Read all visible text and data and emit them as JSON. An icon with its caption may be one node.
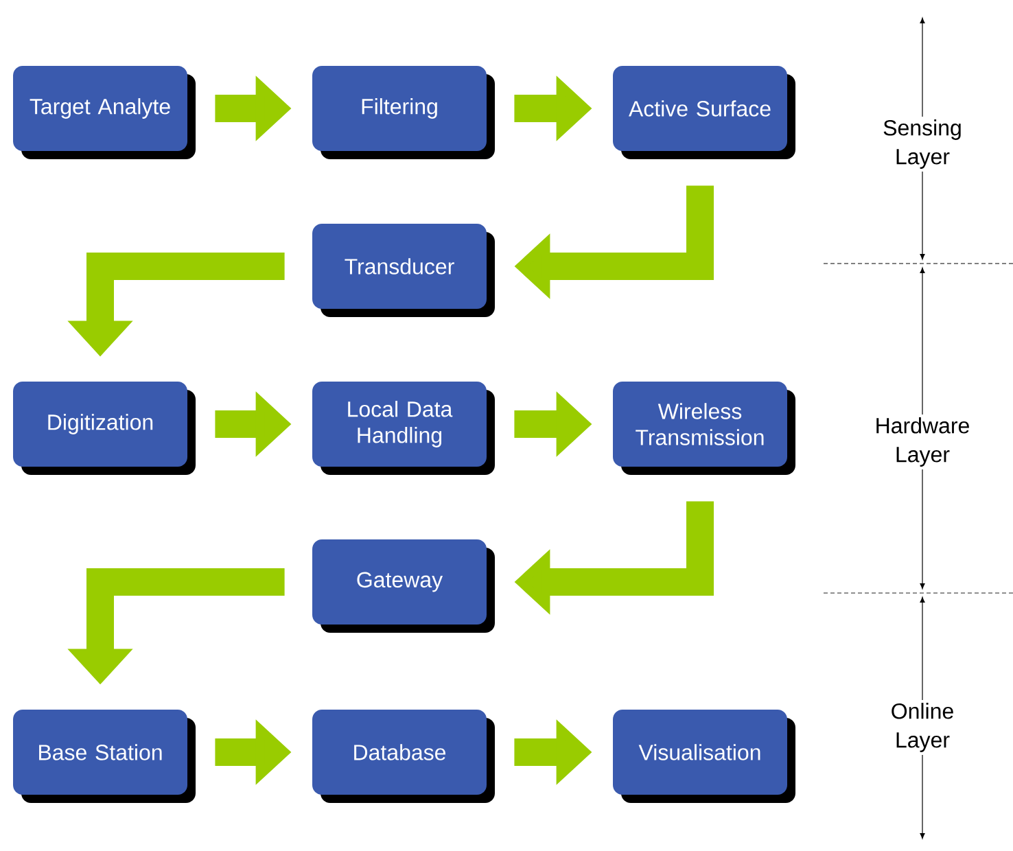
{
  "diagram": {
    "nodes": [
      {
        "text": [
          "Target Analyte"
        ]
      },
      {
        "text": [
          "Filtering"
        ]
      },
      {
        "text": [
          "Active Surface"
        ]
      },
      {
        "text": [
          "Transducer"
        ]
      },
      {
        "text": [
          "Digitization"
        ]
      },
      {
        "text": [
          "Local Data Handling"
        ]
      },
      {
        "text": [
          "Wireless Transmission"
        ]
      },
      {
        "text": [
          "Gateway"
        ]
      },
      {
        "text": [
          "Base Station"
        ]
      },
      {
        "text": [
          "Database"
        ]
      },
      {
        "text": [
          "Visualisation"
        ]
      }
    ],
    "edges": [
      {
        "from": 0,
        "to": 1,
        "arrow": "to"
      },
      {
        "from": 1,
        "to": 2,
        "arrow": "to"
      },
      {
        "from": 2,
        "to": 3,
        "arrow": "to"
      },
      {
        "from": 3,
        "to": 4,
        "arrow": "to"
      },
      {
        "from": 4,
        "to": 5,
        "arrow": "to"
      },
      {
        "from": 5,
        "to": 6,
        "arrow": "to"
      },
      {
        "from": 6,
        "to": 7,
        "arrow": "to"
      },
      {
        "from": 7,
        "to": 8,
        "arrow": "to"
      },
      {
        "from": 8,
        "to": 9,
        "arrow": "to"
      },
      {
        "from": 9,
        "to": 10,
        "arrow": "to"
      }
    ],
    "labels": [
      "Sensing Layer",
      "Hardware Layer",
      "Online Layer"
    ]
  }
}
